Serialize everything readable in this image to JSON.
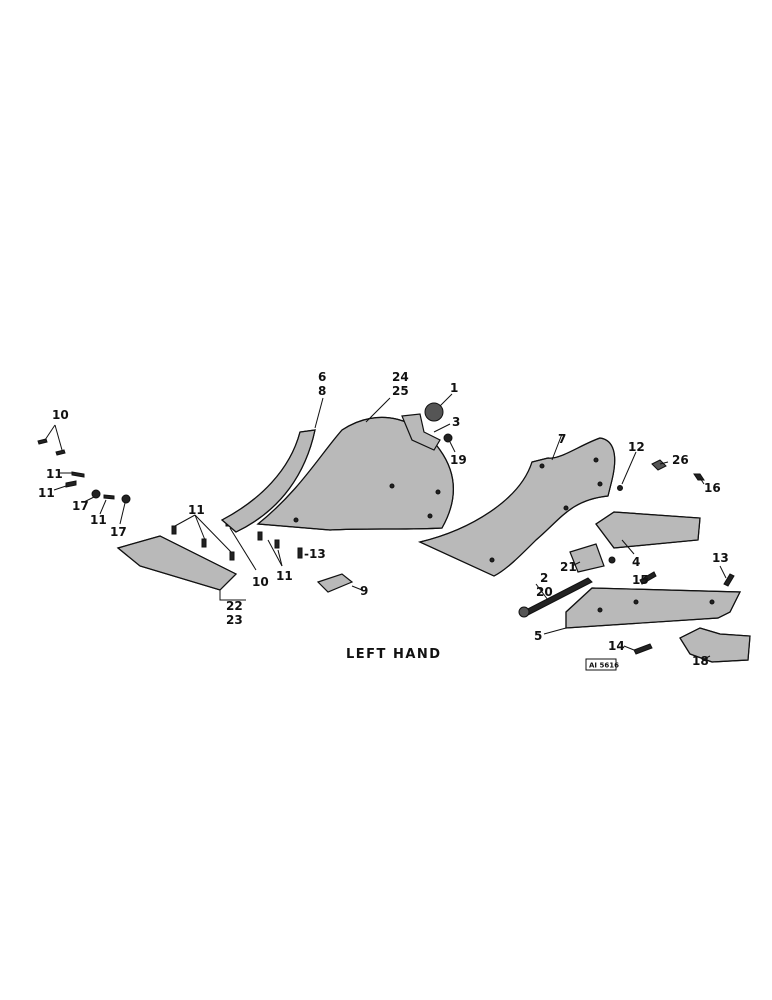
{
  "caption": "LEFT HAND",
  "figure_tag": "AI 5616",
  "callouts": {
    "c10a": "10",
    "c11a": "11",
    "c11b": "11",
    "c17a": "17",
    "c11c": "11",
    "c17b": "17",
    "c11d": "11",
    "c10b": "10",
    "c11e": "11",
    "c13a": "-13",
    "c22": "22",
    "c23": "23",
    "c9": "9",
    "c6": "6",
    "c8": "8",
    "c24": "24",
    "c25": "25",
    "c1": "1",
    "c3": "3",
    "c19": "19",
    "c7": "7",
    "c12": "12",
    "c26": "26",
    "c16": "16",
    "c4": "4",
    "c21": "21",
    "c2": "2",
    "c20": "20",
    "c15": "15",
    "c13b": "13",
    "c5": "5",
    "c14": "14",
    "c18": "18"
  }
}
